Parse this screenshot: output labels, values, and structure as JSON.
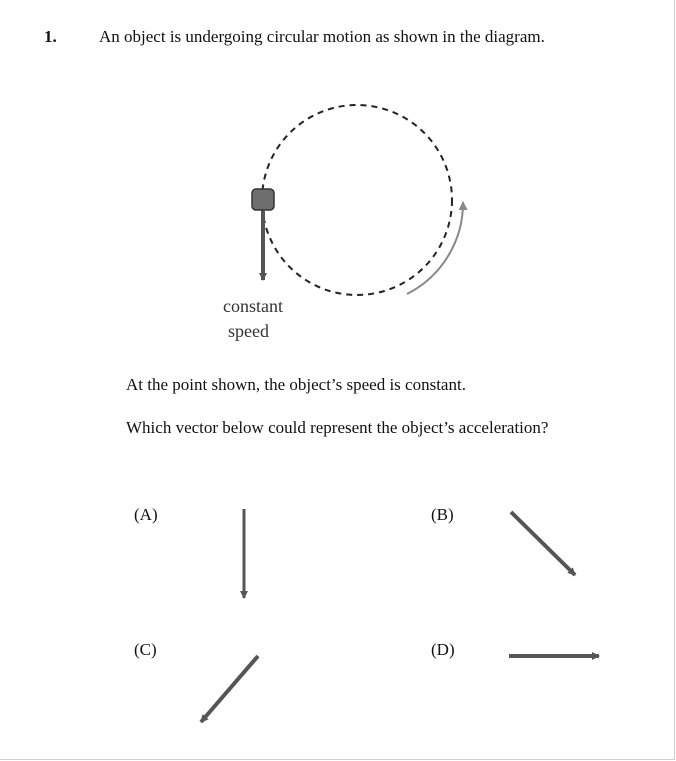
{
  "question": {
    "number": "1.",
    "text": "An object is undergoing circular motion as shown in the diagram."
  },
  "diagram": {
    "speed_label_line1": "constant",
    "speed_label_line2": "speed"
  },
  "prompt": {
    "line1": "At the point shown, the object’s speed is constant.",
    "line2": "Which vector below could represent the object’s acceleration?"
  },
  "options": [
    {
      "label": "(A)",
      "arrow_direction": "down"
    },
    {
      "label": "(B)",
      "arrow_direction": "down-right"
    },
    {
      "label": "(C)",
      "arrow_direction": "down-left"
    },
    {
      "label": "(D)",
      "arrow_direction": "right"
    }
  ],
  "colors": {
    "arrow": "#555555",
    "path": "#222222",
    "object": "#6e6e6e"
  }
}
